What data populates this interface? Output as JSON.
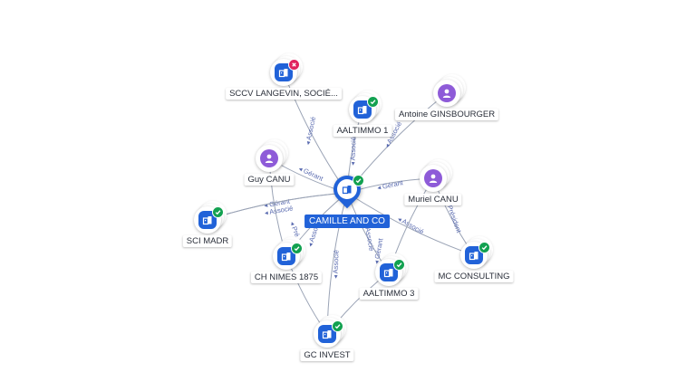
{
  "center": {
    "label": "CAMILLE AND CO",
    "icon": "building-icon",
    "status": "active"
  },
  "nodes": [
    {
      "id": "sccv",
      "label": "SCCV LANGEVIN, SOCIÉ...",
      "kind": "company",
      "status": "closed"
    },
    {
      "id": "aaltimmo1",
      "label": "AALTIMMO 1",
      "kind": "company",
      "status": "active"
    },
    {
      "id": "ginsbourger",
      "label": "Antoine GINSBOURGER",
      "kind": "person"
    },
    {
      "id": "guycanu",
      "label": "Guy CANU",
      "kind": "person"
    },
    {
      "id": "murielcanu",
      "label": "Muriel CANU",
      "kind": "person"
    },
    {
      "id": "scimadr",
      "label": "SCI MADR",
      "kind": "company",
      "status": "active"
    },
    {
      "id": "chnimes",
      "label": "CH NIMES 1875",
      "kind": "company",
      "status": "active"
    },
    {
      "id": "mcconsulting",
      "label": "MC CONSULTING",
      "kind": "company",
      "status": "active"
    },
    {
      "id": "aaltimmo3",
      "label": "AALTIMMO 3",
      "kind": "company",
      "status": "active"
    },
    {
      "id": "gcinvest",
      "label": "GC INVEST",
      "kind": "company",
      "status": "active"
    }
  ],
  "edges": [
    {
      "from": "sccv",
      "to": "center",
      "label": "Associé"
    },
    {
      "from": "aaltimmo1",
      "to": "center",
      "label": "Associé"
    },
    {
      "from": "ginsbourger",
      "to": "center",
      "label": "Associé"
    },
    {
      "from": "guycanu",
      "to": "center",
      "label": "Gérant"
    },
    {
      "from": "murielcanu",
      "to": "center",
      "label": "Gérant"
    },
    {
      "from": "center",
      "to": "scimadr",
      "label": "Gérant"
    },
    {
      "from": "center",
      "to": "scimadr",
      "label": "Associé"
    },
    {
      "from": "center",
      "to": "chnimes",
      "label": "Associé"
    },
    {
      "from": "guycanu",
      "to": "chnimes",
      "label": "Pré"
    },
    {
      "from": "center",
      "to": "aaltimmo3",
      "label": "Associé"
    },
    {
      "from": "center",
      "to": "gcinvest",
      "label": "Associé"
    },
    {
      "from": "center",
      "to": "mcconsulting",
      "label": "Associé"
    },
    {
      "from": "murielcanu",
      "to": "mcconsulting",
      "label": "Président"
    },
    {
      "from": "murielcanu",
      "to": "aaltimmo3",
      "label": "Gérant"
    },
    {
      "from": "chnimes",
      "to": "gcinvest",
      "label": ""
    },
    {
      "from": "aaltimmo3",
      "to": "gcinvest",
      "label": ""
    }
  ],
  "colors": {
    "company": "#2162d8",
    "person": "#8e5bd8",
    "active": "#12a150",
    "closed": "#e0245e",
    "edge": "#9aa3b5",
    "edge_label": "#5a6bb0"
  }
}
